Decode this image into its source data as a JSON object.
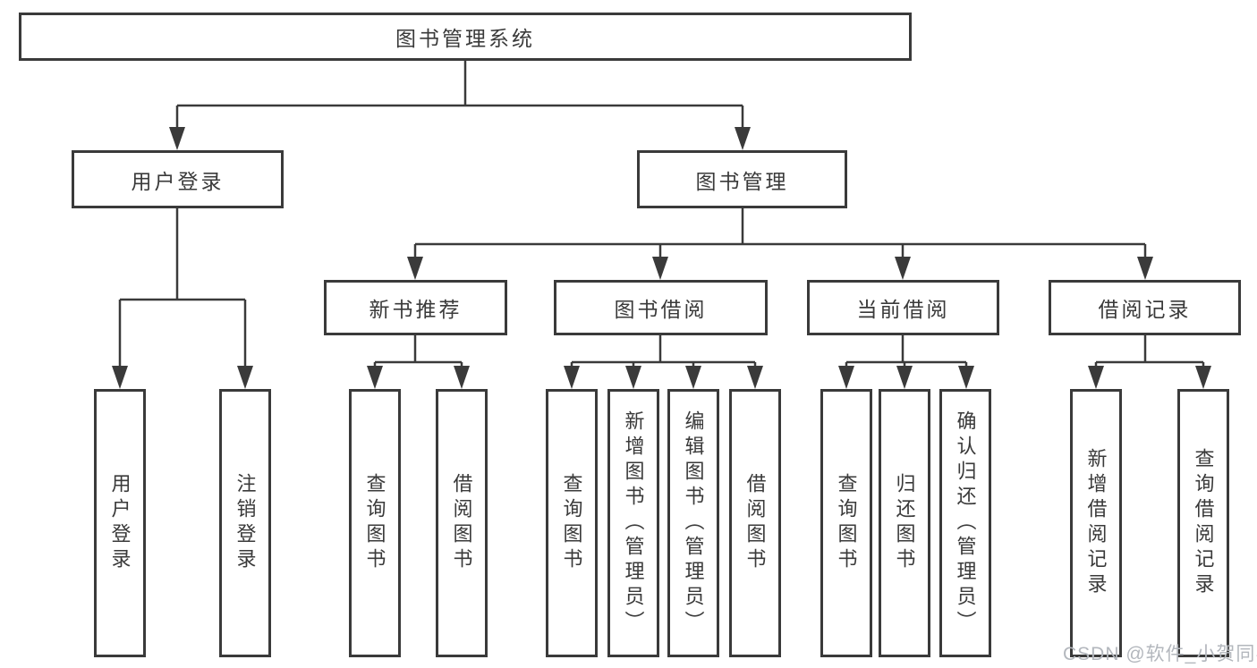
{
  "tree": {
    "root": {
      "label": "图书管理系统"
    },
    "branches": [
      {
        "label": "用户登录",
        "leaves": [
          "用户登录",
          "注销登录"
        ]
      },
      {
        "label": "图书管理",
        "children": [
          {
            "label": "新书推荐",
            "leaves": [
              "查询图书",
              "借阅图书"
            ]
          },
          {
            "label": "图书借阅",
            "leaves": [
              "查询图书",
              "新增图书（管理员）",
              "编辑图书（管理员）",
              "借阅图书"
            ]
          },
          {
            "label": "当前借阅",
            "leaves": [
              "查询图书",
              "归还图书",
              "确认归还（管理员）"
            ]
          },
          {
            "label": "借阅记录",
            "leaves": [
              "新增借阅记录",
              "查询借阅记录"
            ]
          }
        ]
      }
    ]
  },
  "watermark": {
    "text": "CSDN @软件_小贺同学"
  },
  "colors": {
    "line": "#3a3a3a",
    "box_border": "#3a3a3a",
    "text": "#3a3a3a",
    "background": "#ffffff",
    "watermark": "#b3b7bd"
  }
}
